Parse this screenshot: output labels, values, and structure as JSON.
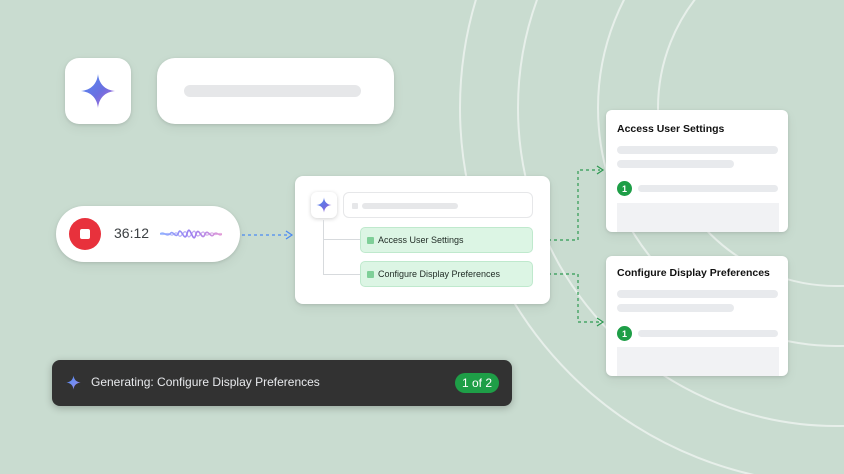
{
  "colors": {
    "background": "#c9dcd0",
    "accent_green": "#1e9e47",
    "stop_red": "#e8313c",
    "step_green_bg": "#dcf5e4",
    "toast_bg": "#323232",
    "connector_blue": "#4a8af4",
    "connector_green": "#2e9a52"
  },
  "icons": {
    "assistant": "gemini-sparkle-icon",
    "stop": "stop-icon",
    "waveform": "audio-waveform-icon"
  },
  "recorder": {
    "timer": "36:12"
  },
  "flow": {
    "steps": [
      {
        "label": "Access User Settings"
      },
      {
        "label": "Configure Display Preferences"
      }
    ]
  },
  "cards": [
    {
      "title": "Access User Settings",
      "step_number": "1"
    },
    {
      "title": "Configure Display Preferences",
      "step_number": "1"
    }
  ],
  "toast": {
    "text": "Generating: Configure Display Preferences",
    "badge": "1 of 2"
  }
}
